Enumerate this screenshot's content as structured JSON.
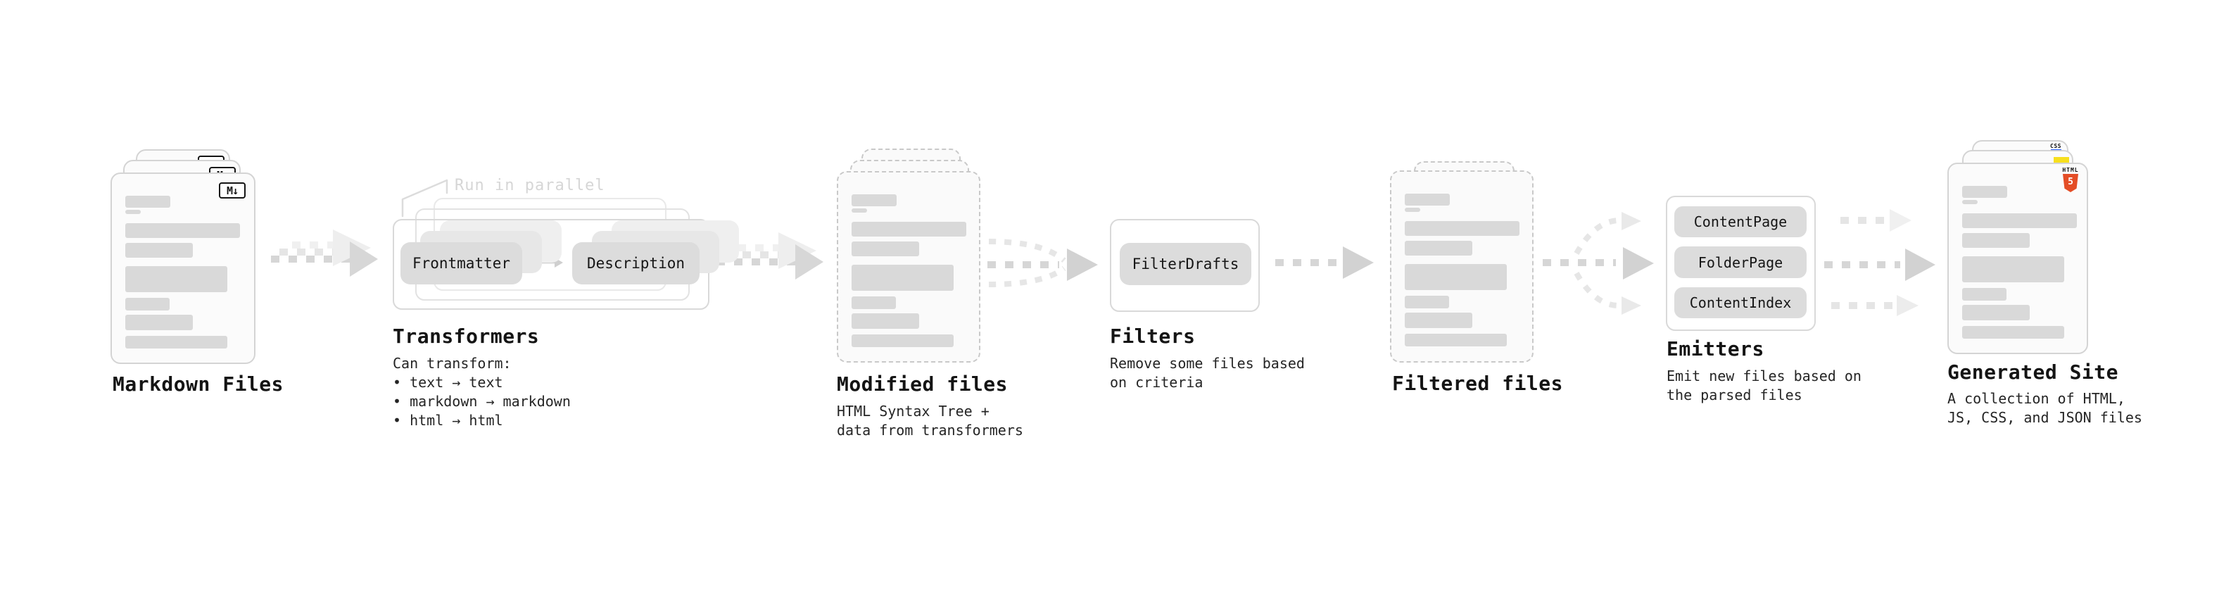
{
  "markdown_files": {
    "title": "Markdown Files",
    "badge": "M↓"
  },
  "transformers": {
    "title": "Transformers",
    "note": "Run in parallel",
    "pill_left": "Frontmatter",
    "pill_right": "Description",
    "caption": "Can transform:\n • text → text\n • markdown → markdown\n • html → html"
  },
  "modified_files": {
    "title": "Modified files",
    "caption": "HTML Syntax Tree +\ndata from transformers"
  },
  "filters": {
    "title": "Filters",
    "pill": "FilterDrafts",
    "caption": "Remove some files based\non criteria"
  },
  "filtered_files": {
    "title": "Filtered files"
  },
  "emitters": {
    "title": "Emitters",
    "pills": [
      "ContentPage",
      "FolderPage",
      "ContentIndex"
    ],
    "caption": "Emit new files based on\nthe parsed files"
  },
  "generated_site": {
    "title": "Generated Site",
    "caption": "A collection of HTML,\nJS, CSS, and JSON files",
    "badge_css": "CSS",
    "badge_html": "HTML",
    "badge_html5_number": "5"
  },
  "colors": {
    "html5_orange": "#e44d26",
    "js_yellow": "#f7df1e",
    "css_blue": "#2962ff",
    "pill_gray": "#dcdcdc",
    "bar_gray": "#d9d9d9",
    "arrow_gray": "#d6d6d6"
  }
}
